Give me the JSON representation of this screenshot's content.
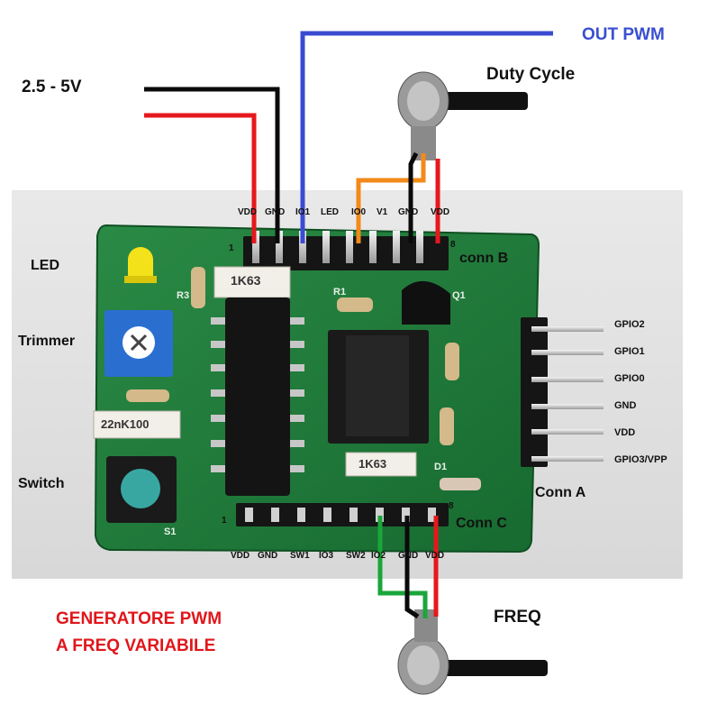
{
  "labels": {
    "voltage": "2.5 - 5V",
    "out_pwm": "OUT PWM",
    "duty_cycle": "Duty Cycle",
    "freq": "FREQ",
    "led": "LED",
    "trimmer": "Trimmer",
    "switch": "Switch",
    "conn_a": "Conn A",
    "conn_b": "conn B",
    "conn_c": "Conn C",
    "title_line1": "GENERATORE PWM",
    "title_line2": "A FREQ VARIABILE"
  },
  "conn_b_pins": [
    "VDD",
    "GND",
    "IO1",
    "LED",
    "IO0",
    "V1",
    "GND",
    "VDD"
  ],
  "conn_c_pins": [
    "VDD",
    "GND",
    "SW1",
    "IO3",
    "SW2",
    "IO2",
    "GND",
    "VDD"
  ],
  "conn_a_pins": [
    "GPIO2",
    "GPIO1",
    "GPIO0",
    "GND",
    "VDD",
    "GPIO3/VPP"
  ],
  "pin_markers": {
    "first": "1",
    "last": "8"
  },
  "board_text": {
    "r_top": "1K63",
    "r_bottom": "1K63",
    "cap": "22nK100",
    "ref_r3": "R3",
    "ref_r1": "R1",
    "ref_q1": "Q1",
    "ref_d1": "D1",
    "ref_s1": "S1"
  },
  "colors": {
    "pcb": "#1f7a3a",
    "wire_red": "#e6181d",
    "wire_black": "#0a0a0a",
    "wire_blue": "#3b4bd1",
    "wire_orange": "#f28a1a",
    "wire_green": "#1aa63a",
    "title_red": "#e0161b",
    "out_blue": "#3a4fd0"
  }
}
